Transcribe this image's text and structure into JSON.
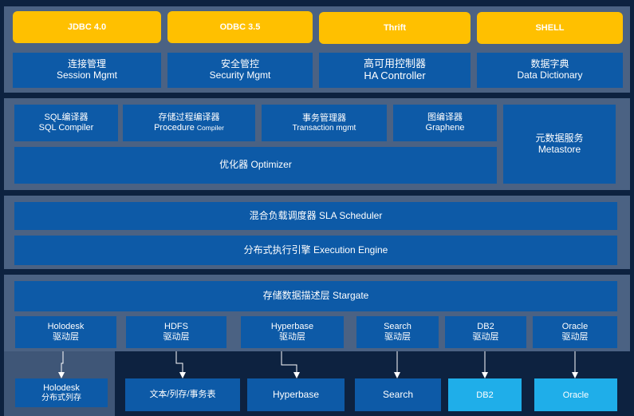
{
  "interfaces": [
    "JDBC 4.0",
    "ODBC 3.5",
    "Thrift",
    "SHELL"
  ],
  "services": [
    {
      "line1": "连接管理",
      "line2": "Session Mgmt"
    },
    {
      "line1": "安全管控",
      "line2": "Security Mgmt"
    },
    {
      "line1": "高可用控制器",
      "line2": "HA Controller"
    },
    {
      "line1": "数据字典",
      "line2": "Data Dictionary"
    }
  ],
  "compiler": {
    "sql": {
      "line1": "SQL编译器",
      "line2": "SQL Compiler"
    },
    "procedure": {
      "line1": "存储过程编译器",
      "line2a": "Procedure ",
      "line2b": "Compiler"
    },
    "transaction": {
      "line1": "事务管理器",
      "line2": "Transaction mgmt"
    },
    "graphene": {
      "line1": "图编译器",
      "line2": "Graphene"
    },
    "optimizer": "优化器 Optimizer",
    "metastore": {
      "line1": "元数据服务",
      "line2": "Metastore"
    }
  },
  "execution": {
    "scheduler": "混合负载调度器 SLA Scheduler",
    "engine": "分布式执行引擎 Execution Engine"
  },
  "storage": {
    "stargate": "存储数据描述层 Stargate",
    "drivers": [
      {
        "line1": "Holodesk",
        "line2": "驱动层"
      },
      {
        "line1": "HDFS",
        "line2": "驱动层"
      },
      {
        "line1": "Hyperbase",
        "line2": "驱动层"
      },
      {
        "line1": "Search",
        "line2": "驱动层"
      },
      {
        "line1": "DB2",
        "line2": "驱动层"
      },
      {
        "line1": "Oracle",
        "line2": "驱动层"
      }
    ]
  },
  "targets": [
    {
      "line1": "Holodesk",
      "line2": "分布式列存"
    },
    {
      "line1": "文本/列存/事务表"
    },
    {
      "line1": "Hyperbase"
    },
    {
      "line1": "Search"
    },
    {
      "line1": "DB2"
    },
    {
      "line1": "Oracle"
    }
  ],
  "colors": {
    "interface": "#ffc000",
    "box": "#0d5aa7",
    "panel": "#4b6283",
    "external": "#1faee9",
    "background": "#0d2240"
  }
}
